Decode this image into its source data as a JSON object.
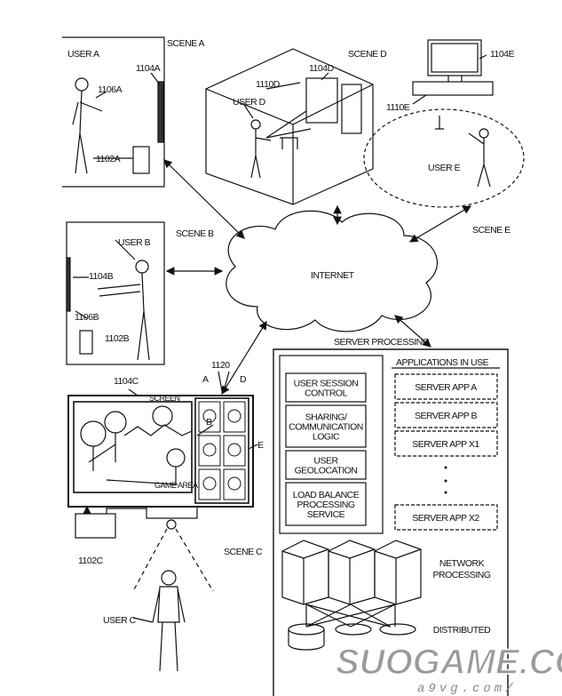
{
  "scenes": {
    "a": {
      "label": "SCENE A",
      "user": "USER A",
      "refs": [
        "1104A",
        "1106A",
        "1102A"
      ]
    },
    "b": {
      "label": "SCENE B",
      "user": "USER B",
      "refs": [
        "1104B",
        "1106B",
        "1102B"
      ]
    },
    "c": {
      "label": "SCENE C",
      "user": "USER C",
      "refs": [
        "1104C",
        "1120",
        "1102C"
      ],
      "screen": "SCREEN",
      "game_area": "GAME AREA",
      "faces": [
        "A",
        "B",
        "D",
        "E"
      ]
    },
    "d": {
      "label": "SCENE D",
      "user": "USER D",
      "refs": [
        "1110D",
        "1104D"
      ]
    },
    "e": {
      "label": "SCENE E",
      "user": "USER E",
      "refs": [
        "1104E",
        "1110E"
      ]
    }
  },
  "internet": "INTERNET",
  "server": {
    "title": "SERVER PROCESSING",
    "modules": [
      "USER SESSION|CONTROL",
      "SHARING/|COMMUNICATION|LOGIC",
      "USER|GEOLOCATION",
      "LOAD BALANCE|PROCESSING|SERVICE"
    ],
    "apps_title": "APPLICATIONS IN USE",
    "apps": [
      "SERVER APP A",
      "SERVER APP B",
      "SERVER APP X1",
      "SERVER APP X2"
    ],
    "network": [
      "NETWORK",
      "PROCESSING"
    ],
    "distributed": "DISTRIBUTED"
  },
  "watermark": {
    "main": "SUOGAME.COM",
    "sub": "a9vg.com/"
  }
}
